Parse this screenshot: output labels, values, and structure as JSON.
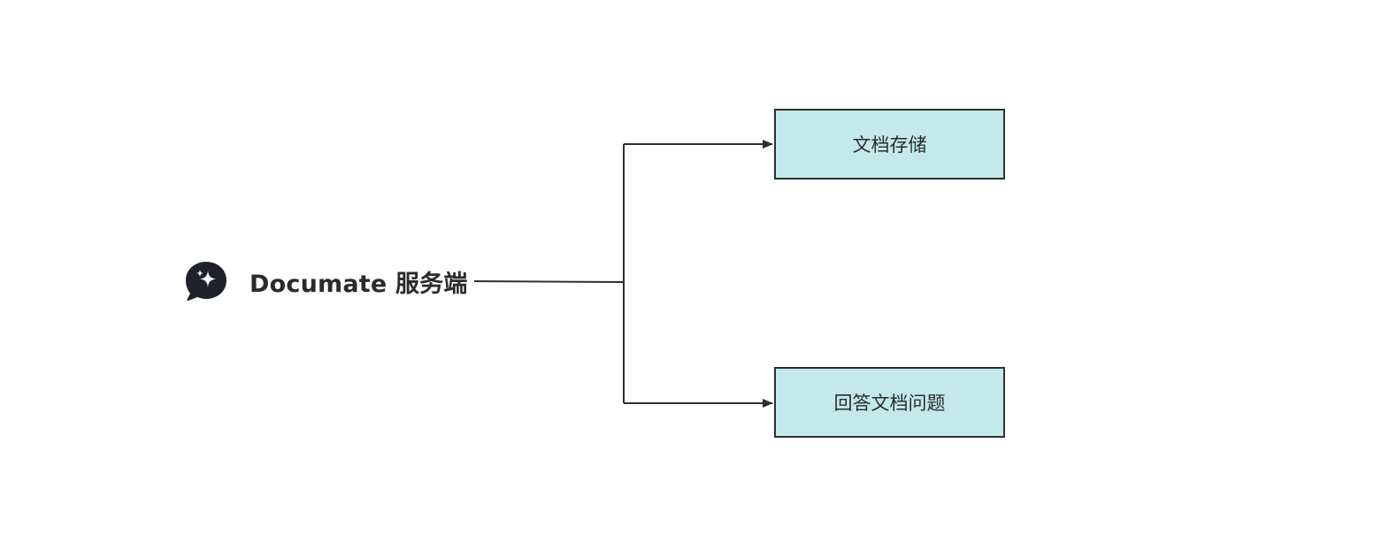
{
  "source": {
    "label": "Documate 服务端",
    "icon": "chat-sparkle-icon"
  },
  "targets": [
    {
      "label": "文档存储"
    },
    {
      "label": "回答文档问题"
    }
  ],
  "colors": {
    "box_fill": "#c3e9ec",
    "stroke": "#2f2f2f",
    "text": "#2b2b2b",
    "icon": "#1f2329"
  }
}
